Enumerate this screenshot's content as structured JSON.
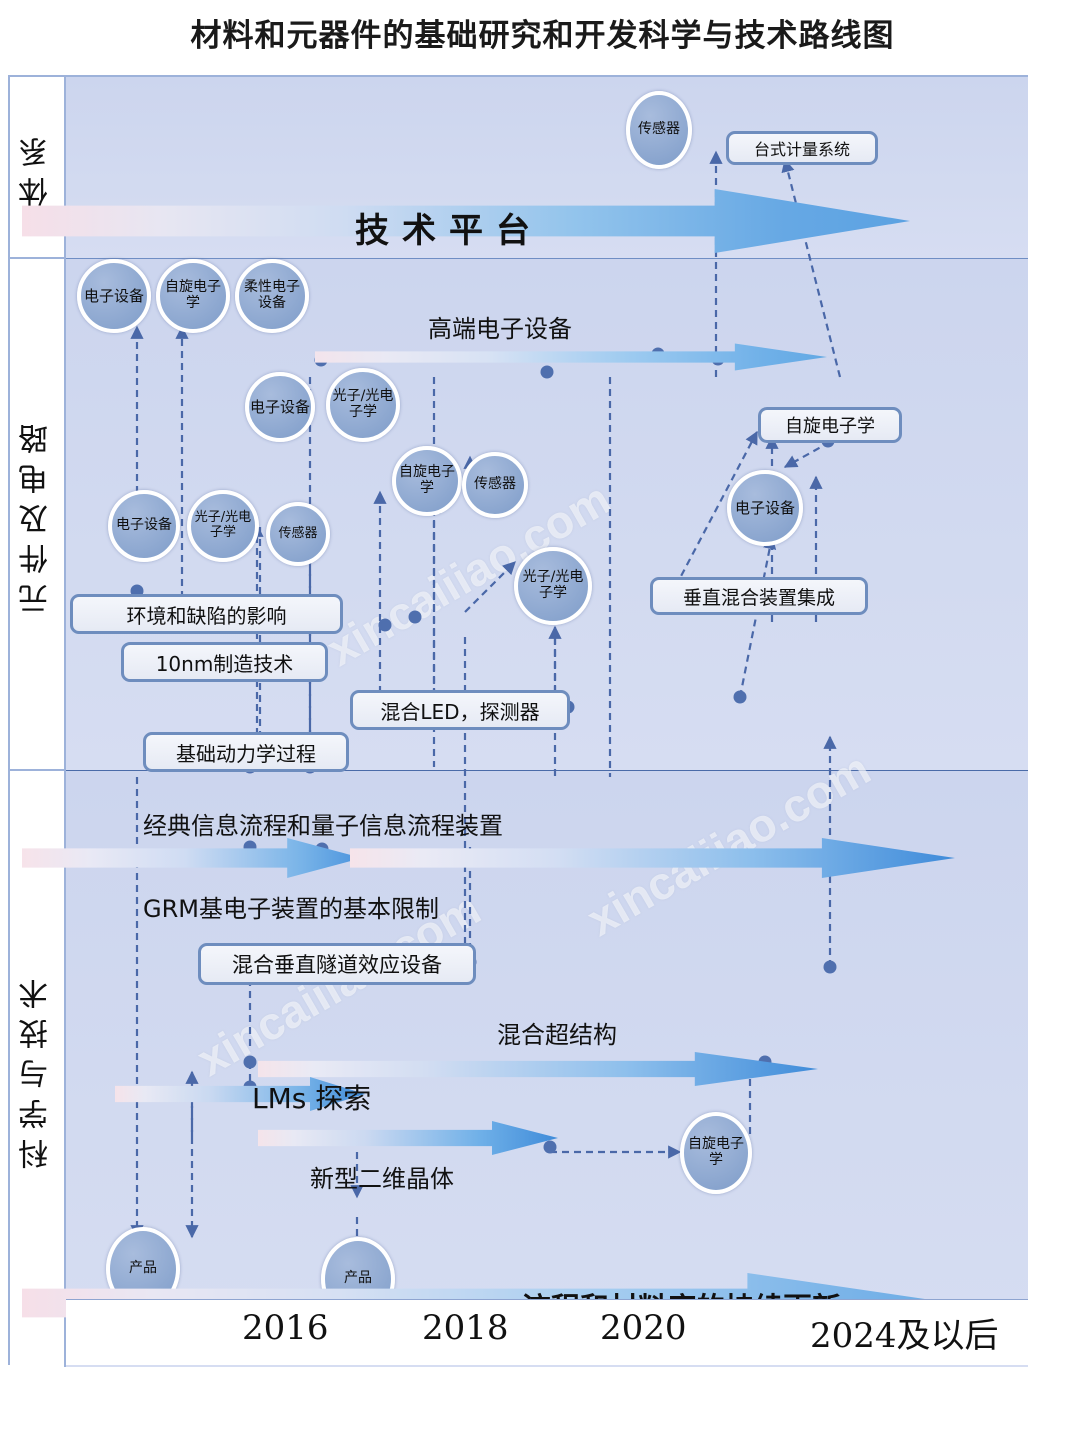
{
  "title": "材料和元器件的基础研究和开发科学与技术路线图",
  "row_labels": [
    {
      "id": "system",
      "label": "体系"
    },
    {
      "id": "components",
      "label": "元件及电路"
    },
    {
      "id": "science",
      "label": "科学与技术"
    }
  ],
  "axis": {
    "years": [
      "2016",
      "2018",
      "2020",
      "2024及以后"
    ]
  },
  "arrows": [
    {
      "id": "tech-platform",
      "label": "技术平台"
    },
    {
      "id": "high-end-electronics",
      "label": "高端电子设备"
    },
    {
      "id": "classical-quantum-info",
      "label": "经典信息流程和量子信息流程装置"
    },
    {
      "id": "grm-limits",
      "label": "GRM基电子装置的基本限制"
    },
    {
      "id": "hybrid-superstructure",
      "label": "混合超结构"
    },
    {
      "id": "lms-exploration",
      "label": "LMs 探索"
    },
    {
      "id": "new-2d-crystals",
      "label": "新型二维晶体"
    },
    {
      "id": "continuous-update",
      "label": "流程和材料库的持续更新"
    }
  ],
  "nodes": [
    {
      "id": "sensor-top",
      "label": "传感器"
    },
    {
      "id": "electronic-devices-1",
      "label": "电子设备"
    },
    {
      "id": "spintronics-1",
      "label": "自旋电子学"
    },
    {
      "id": "flexible-electronics",
      "label": "柔性电子设备"
    },
    {
      "id": "electronic-devices-2",
      "label": "电子设备"
    },
    {
      "id": "photonics-1",
      "label": "光子/光电子学"
    },
    {
      "id": "spintronics-2",
      "label": "自旋电子学"
    },
    {
      "id": "sensor-2",
      "label": "传感器"
    },
    {
      "id": "electronic-devices-3",
      "label": "电子设备"
    },
    {
      "id": "photonics-2",
      "label": "光子/光电子学"
    },
    {
      "id": "sensor-3",
      "label": "传感器"
    },
    {
      "id": "photonics-3",
      "label": "光子/光电子学"
    },
    {
      "id": "electronic-devices-right",
      "label": "电子设备"
    },
    {
      "id": "spintronics-bottom",
      "label": "自旋电子学"
    },
    {
      "id": "product-1",
      "label": "产品"
    },
    {
      "id": "product-2",
      "label": "产品"
    }
  ],
  "boxes": [
    {
      "id": "benchtop-metrology",
      "label": "台式计量系统"
    },
    {
      "id": "spintronics-box",
      "label": "自旋电子学"
    },
    {
      "id": "vertical-hybrid-integration",
      "label": "垂直混合装置集成"
    },
    {
      "id": "environment-defect-effects",
      "label": "环境和缺陷的影响"
    },
    {
      "id": "ten-nm-fabrication",
      "label": "10nm制造技术"
    },
    {
      "id": "hybrid-led-detector",
      "label": "混合LED，探测器"
    },
    {
      "id": "basic-dynamic-process",
      "label": "基础动力学过程"
    },
    {
      "id": "hybrid-vertical-tunneling",
      "label": "混合垂直隧道效应设备"
    }
  ],
  "watermark": {
    "text": "xincaiiiao.com"
  },
  "colors": {
    "pane_background": "#ccd5ee",
    "arrow_blue": "#4f9ae0",
    "arrow_light": "#9fc8ee",
    "node_fill": "#8ba6cf",
    "box_border": "#6e8dbe",
    "frame": "#9db2da",
    "text": "#101010"
  }
}
